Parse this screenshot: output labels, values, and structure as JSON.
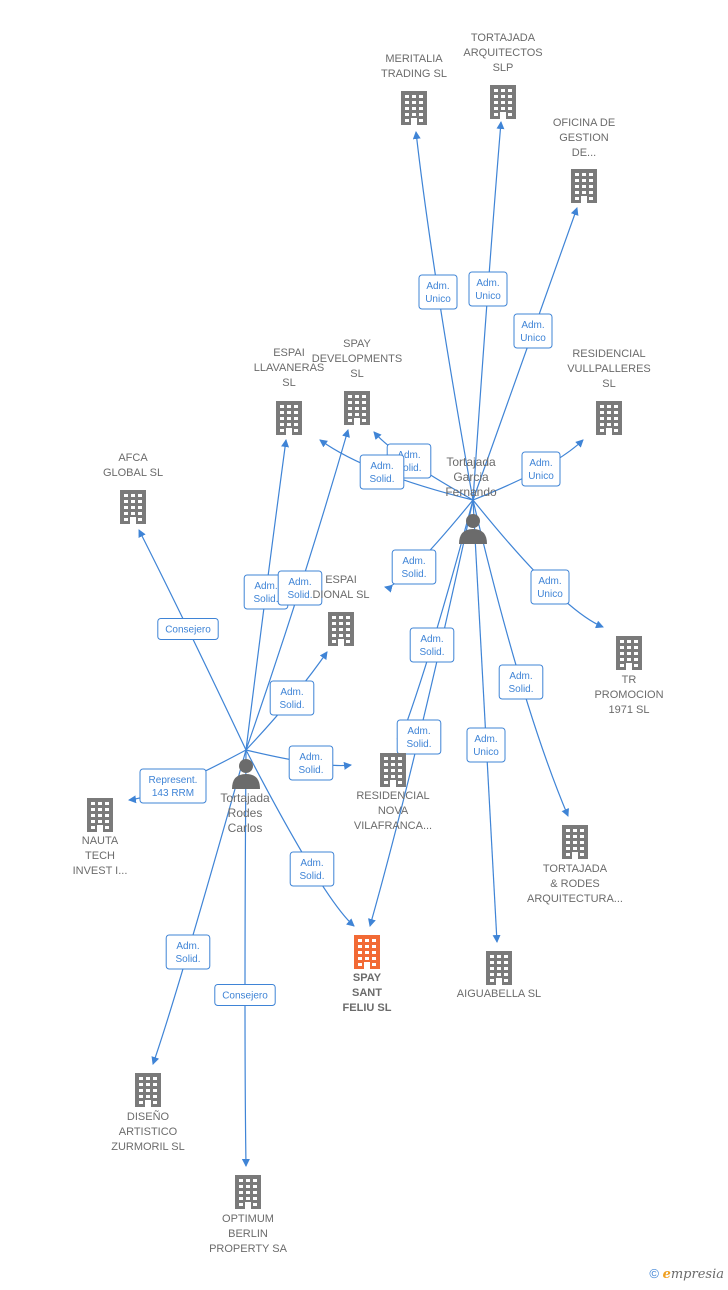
{
  "persons": [
    {
      "id": "p1",
      "lines": [
        "Tortajada",
        "Garcia",
        "Fernando"
      ]
    },
    {
      "id": "p2",
      "lines": [
        "Tortajada",
        "Rodes",
        "Carlos"
      ]
    }
  ],
  "companies": [
    {
      "id": "meritalia",
      "lines": [
        "MERITALIA",
        "TRADING SL"
      ],
      "highlight": false
    },
    {
      "id": "tortajada_arq",
      "lines": [
        "TORTAJADA",
        "ARQUITECTOS",
        "SLP"
      ],
      "highlight": false
    },
    {
      "id": "oficina",
      "lines": [
        "OFICINA DE",
        "GESTION",
        "DE..."
      ],
      "highlight": false
    },
    {
      "id": "residencial_vull",
      "lines": [
        "RESIDENCIAL",
        "VULLPALLERES",
        "SL"
      ],
      "highlight": false
    },
    {
      "id": "espai_llav",
      "lines": [
        "ESPAI",
        "LLAVANERAS",
        "SL"
      ],
      "highlight": false
    },
    {
      "id": "spay_dev",
      "lines": [
        "SPAY",
        "DEVELOPMENTS",
        "SL"
      ],
      "highlight": false
    },
    {
      "id": "afca",
      "lines": [
        "AFCA",
        "GLOBAL  SL"
      ],
      "highlight": false
    },
    {
      "id": "espai_dional",
      "lines": [
        "ESPAI",
        "DIONAL SL"
      ],
      "highlight": false
    },
    {
      "id": "tr_promocion",
      "lines": [
        "TR",
        "PROMOCION",
        "1971  SL"
      ],
      "highlight": false
    },
    {
      "id": "residencial_nova",
      "lines": [
        "RESIDENCIAL",
        "NOVA",
        "VILAFRANCA..."
      ],
      "highlight": false
    },
    {
      "id": "nauta",
      "lines": [
        "NAUTA",
        "TECH",
        "INVEST I..."
      ],
      "highlight": false
    },
    {
      "id": "tortajada_rodes",
      "lines": [
        "TORTAJADA",
        "& RODES",
        "ARQUITECTURA..."
      ],
      "highlight": false
    },
    {
      "id": "spay_sant",
      "lines": [
        "SPAY",
        "SANT",
        "FELIU  SL"
      ],
      "highlight": true
    },
    {
      "id": "aiguabella",
      "lines": [
        "AIGUABELLA SL"
      ],
      "highlight": false
    },
    {
      "id": "diseno",
      "lines": [
        "DISEÑO",
        "ARTISTICO",
        "ZURMORIL  SL"
      ],
      "highlight": false
    },
    {
      "id": "optimum",
      "lines": [
        "OPTIMUM",
        "BERLIN",
        "PROPERTY SA"
      ],
      "highlight": false
    }
  ],
  "edges": [
    {
      "from": "p1",
      "to": "meritalia",
      "label": [
        "Adm.",
        "Unico"
      ]
    },
    {
      "from": "p1",
      "to": "tortajada_arq",
      "label": [
        "Adm.",
        "Unico"
      ]
    },
    {
      "from": "p1",
      "to": "oficina",
      "label": [
        "Adm.",
        "Unico"
      ]
    },
    {
      "from": "p1",
      "to": "residencial_vull",
      "label": [
        "Adm.",
        "Unico"
      ]
    },
    {
      "from": "p1",
      "to": "spay_dev",
      "label": [
        "Adm.",
        "Solid."
      ]
    },
    {
      "from": "p1",
      "to": "espai_llav",
      "label": [
        "Adm.",
        "Solid."
      ]
    },
    {
      "from": "p1",
      "to": "espai_dional",
      "label": [
        "Adm.",
        "Solid."
      ]
    },
    {
      "from": "p1",
      "to": "tr_promocion",
      "label": [
        "Adm.",
        "Unico"
      ]
    },
    {
      "from": "p1",
      "to": "residencial_nova",
      "label": [
        "Adm.",
        "Solid."
      ]
    },
    {
      "from": "p1",
      "to": "spay_sant",
      "label": [
        "Adm.",
        "Solid."
      ]
    },
    {
      "from": "p1",
      "to": "aiguabella",
      "label": [
        "Adm.",
        "Unico"
      ]
    },
    {
      "from": "p1",
      "to": "tortajada_rodes",
      "label": [
        "Adm.",
        "Solid."
      ]
    },
    {
      "from": "p2",
      "to": "afca",
      "label": [
        "Consejero"
      ]
    },
    {
      "from": "p2",
      "to": "espai_llav",
      "label": [
        "Adm.",
        "Solid."
      ]
    },
    {
      "from": "p2",
      "to": "spay_dev",
      "label": [
        "Adm.",
        "Solid."
      ]
    },
    {
      "from": "p2",
      "to": "espai_dional",
      "label": [
        "Adm.",
        "Solid."
      ]
    },
    {
      "from": "p2",
      "to": "nauta",
      "label": [
        "Represent.",
        "143 RRM"
      ]
    },
    {
      "from": "p2",
      "to": "residencial_nova",
      "label": [
        "Adm.",
        "Solid."
      ]
    },
    {
      "from": "p2",
      "to": "spay_sant",
      "label": [
        "Adm.",
        "Solid."
      ]
    },
    {
      "from": "p2",
      "to": "diseno",
      "label": [
        "Adm.",
        "Solid."
      ]
    },
    {
      "from": "p2",
      "to": "optimum",
      "label": [
        "Consejero"
      ]
    }
  ],
  "colors": {
    "edge": "#3f84d6",
    "building": "#7a7a7a",
    "highlight": "#f26a35",
    "person": "#6b6b6b"
  },
  "footer": {
    "copyright": "©",
    "brand_e": "e",
    "brand_rest": "mpresia"
  }
}
